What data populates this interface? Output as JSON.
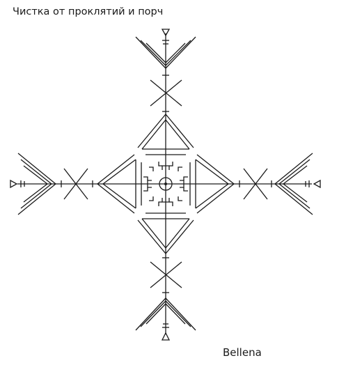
{
  "title": "Чистка от проклятий и порч",
  "signature": "Bellena",
  "colors": {
    "background": "#ffffff",
    "ink": "#1a1a1a"
  },
  "drawing": {
    "kind": "rune stave",
    "arms": 4,
    "center_symbol": "dotted circle",
    "inner_glyphs": "swastika-like hooks"
  }
}
